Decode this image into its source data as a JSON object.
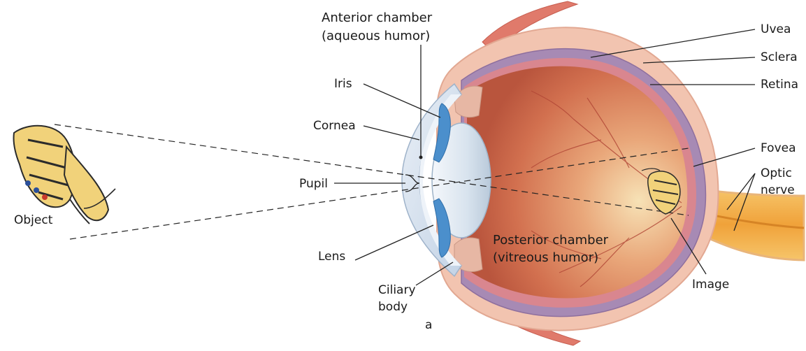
{
  "labels": {
    "anterior_chamber_line1": "Anterior chamber",
    "anterior_chamber_line2": "(aqueous humor)",
    "iris": "Iris",
    "cornea": "Cornea",
    "pupil": "Pupil",
    "object": "Object",
    "lens": "Lens",
    "ciliary_line1": "Ciliary",
    "ciliary_line2": "body",
    "panel": "a",
    "posterior_line1": "Posterior chamber",
    "posterior_line2": "(vitreous humor)",
    "uvea": "Uvea",
    "sclera": "Sclera",
    "retina": "Retina",
    "fovea": "Fovea",
    "optic_line1": "Optic",
    "optic_line2": "nerve",
    "image": "Image"
  },
  "colors": {
    "sclera": "#f2c4b0",
    "uvea": "#a78ab4",
    "retina": "#d9868f",
    "vitreous": "#cf6a4f",
    "vitreous_center": "#f3d6a6",
    "lens": "#dfe8f2",
    "iris": "#4b8fcc",
    "optic_nerve": "#f4b24a",
    "cornea": "#d9e3ef"
  }
}
